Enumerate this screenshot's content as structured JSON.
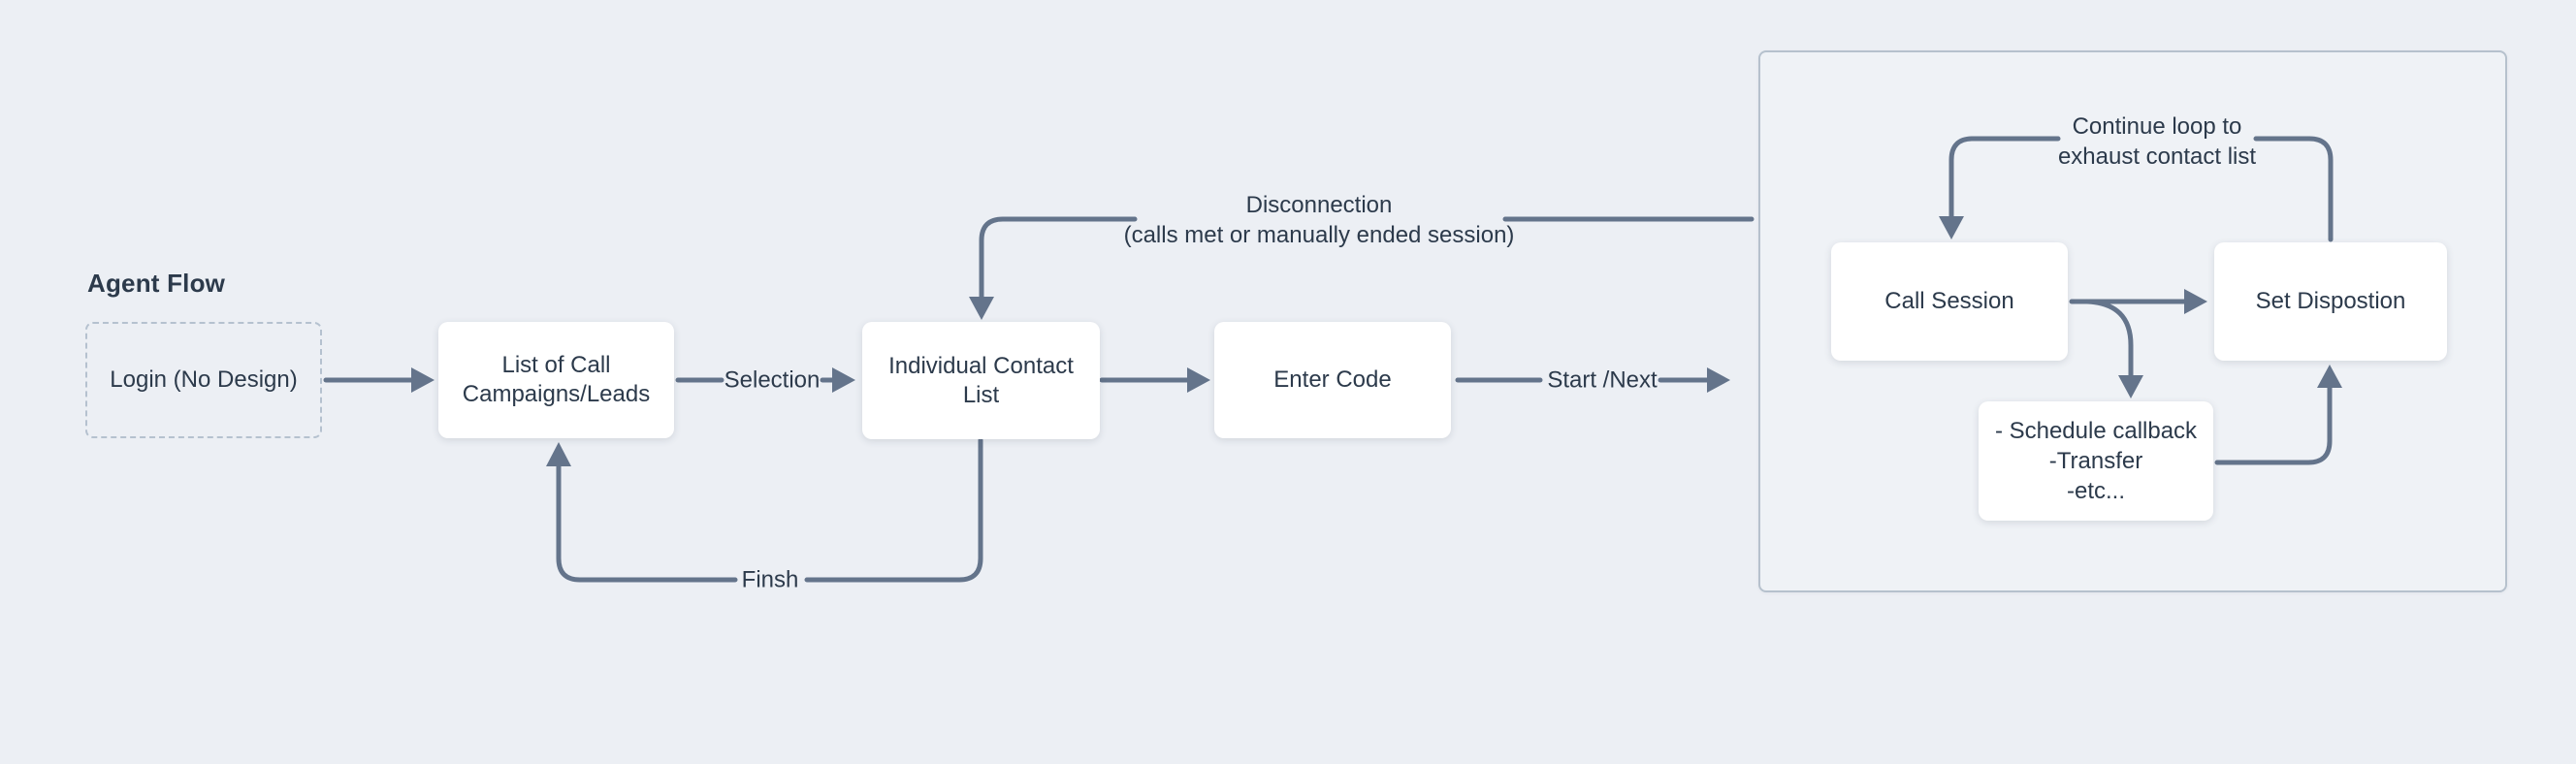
{
  "page": {
    "title": "Agent Flow"
  },
  "colors": {
    "background": "#eceff4",
    "container_background": "#eff2f6",
    "container_border": "#b6c1cd",
    "dashed_border": "#b5c1cf",
    "box_fill": "#ffffff",
    "line": "#64748b",
    "text": "#2c3a4b"
  },
  "nodes": {
    "login": {
      "label": "Login (No Design)"
    },
    "campaigns": {
      "label": "List of Call Campaigns/Leads"
    },
    "contact_list": {
      "label": "Individual Contact List"
    },
    "enter_code": {
      "label": "Enter Code"
    },
    "call_session": {
      "label": "Call Session"
    },
    "set_disposition": {
      "label": "Set Dispostion"
    },
    "disposition_options": {
      "label": "- Schedule callback\n-Transfer\n-etc..."
    }
  },
  "edge_labels": {
    "selection": "Selection",
    "start_next": "Start /Next",
    "disconnection": "Disconnection\n(calls met or manually ended session)",
    "continue_loop": "Continue loop to\nexhaust contact list",
    "finish": "Finsh"
  }
}
